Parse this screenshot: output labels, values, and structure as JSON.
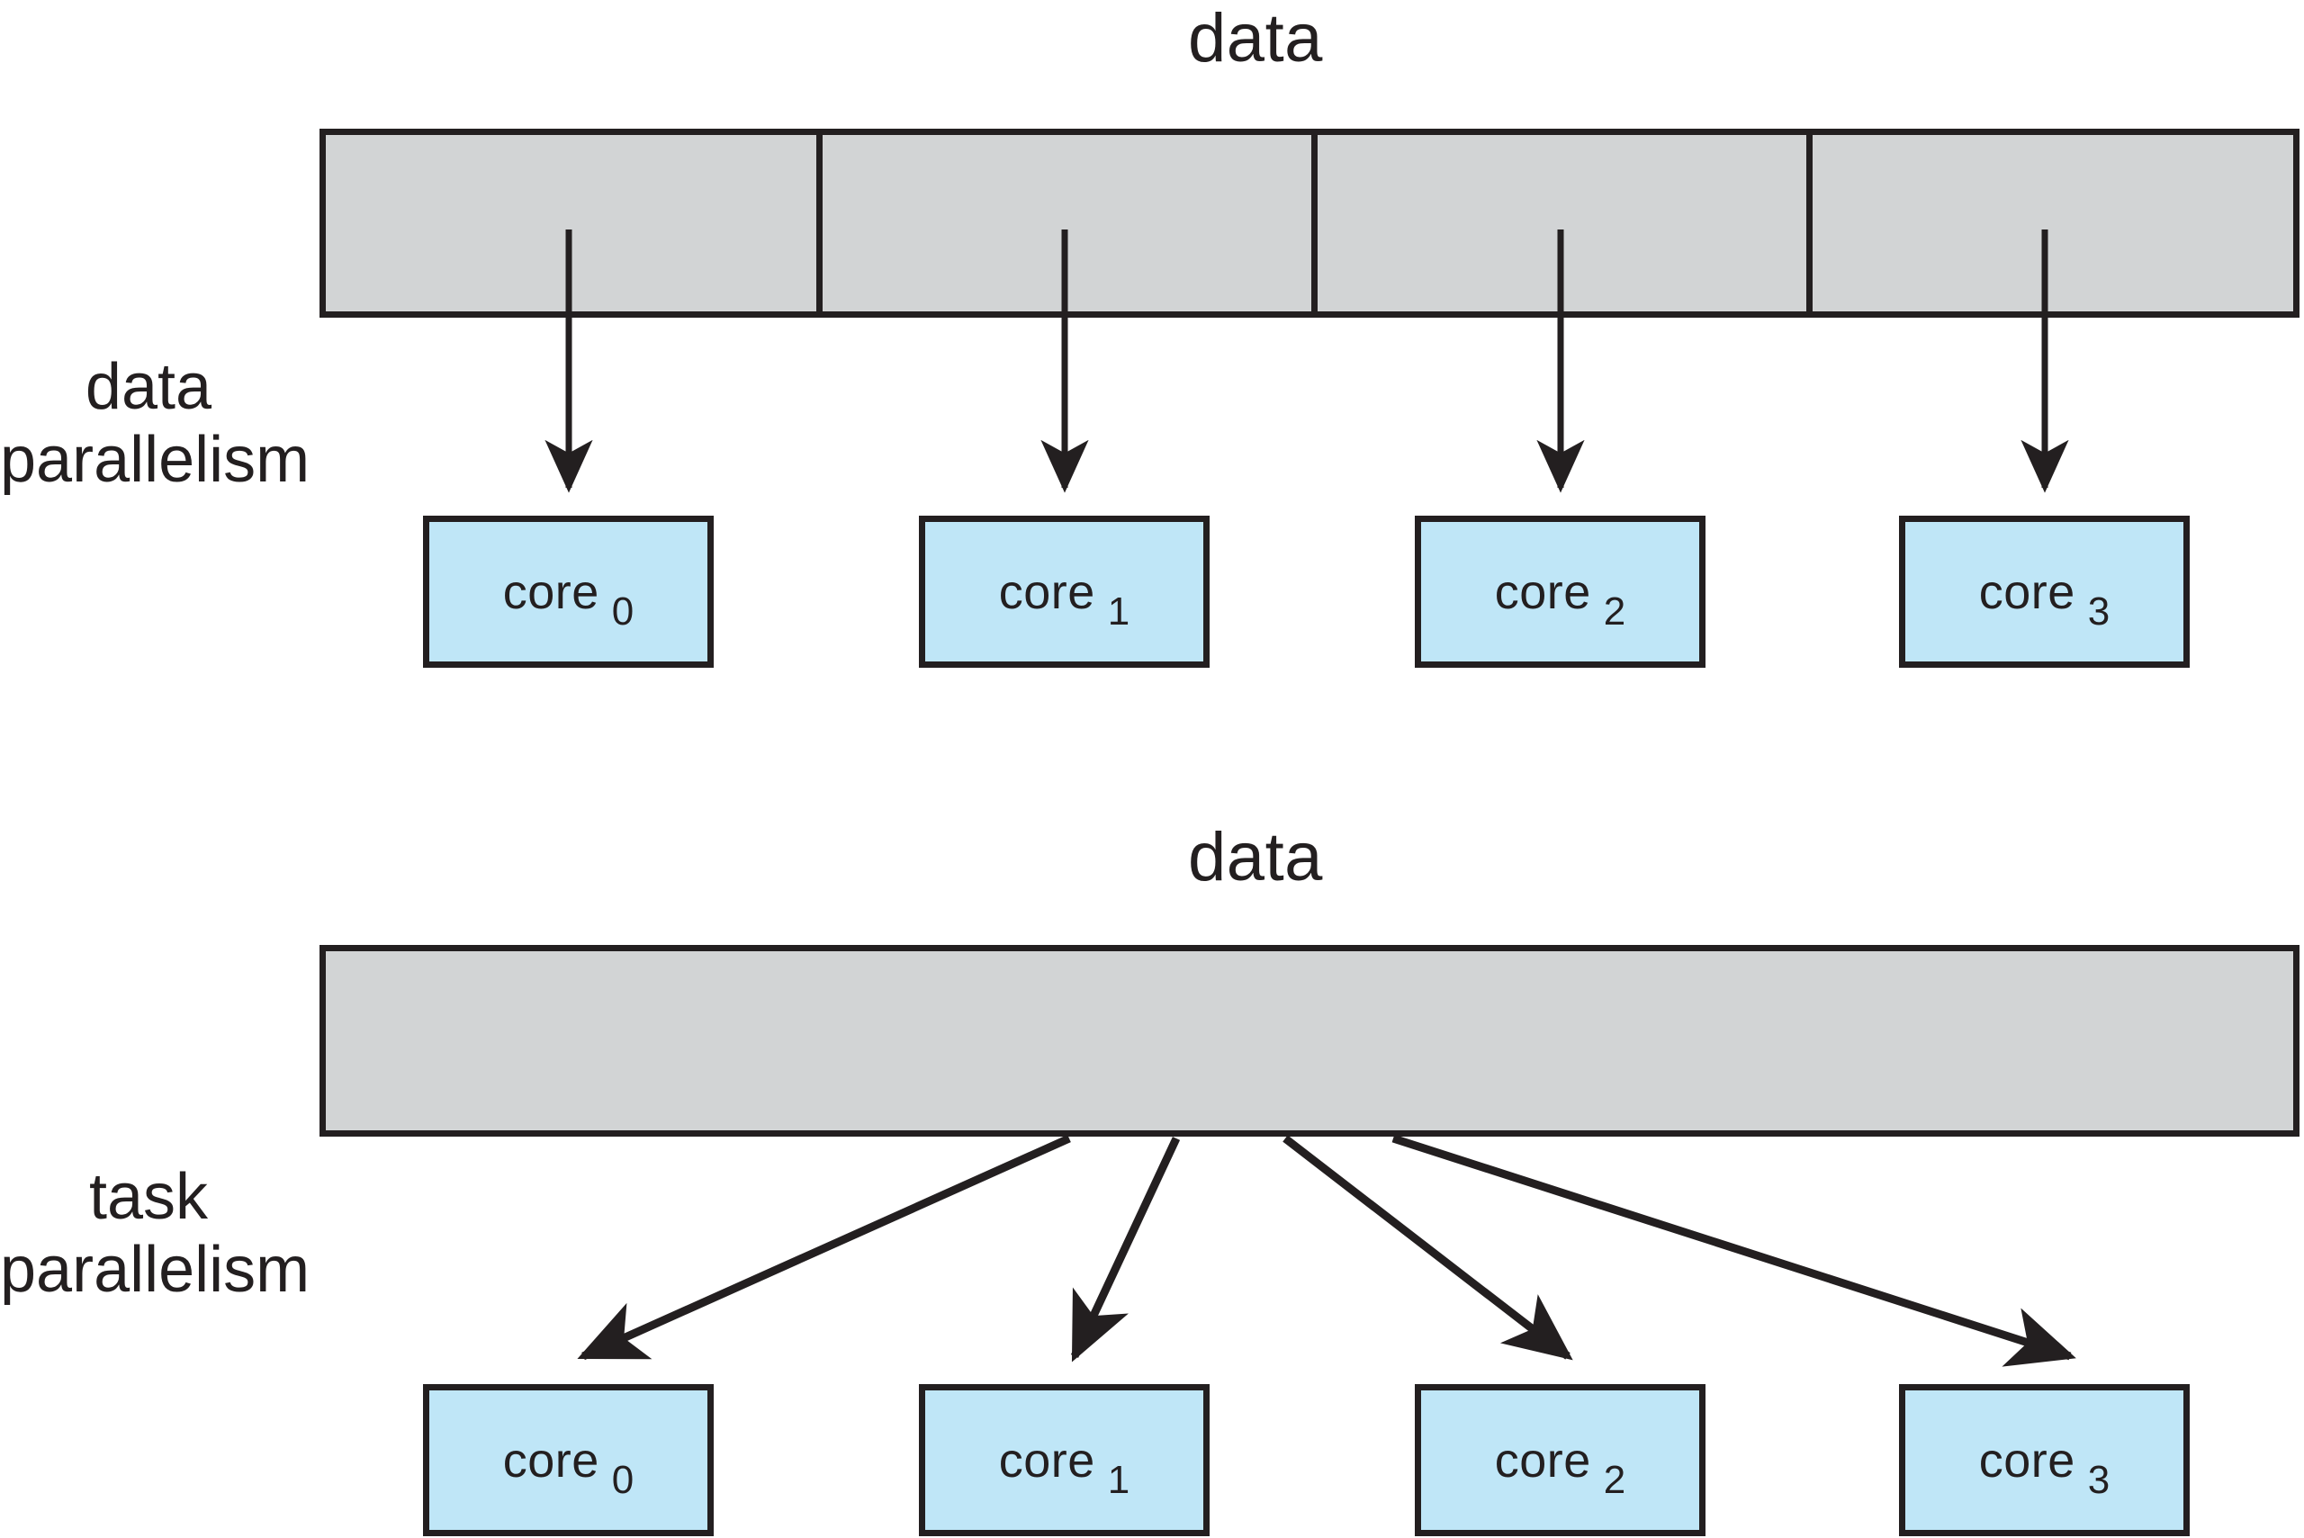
{
  "figure": {
    "sections": [
      {
        "id": "data-parallelism",
        "title": "data",
        "label_line1": "data",
        "label_line2": "parallelism",
        "bar_segments": 4,
        "arrow_style": "straight-down",
        "cores": [
          {
            "word": "core",
            "index": "0"
          },
          {
            "word": "core",
            "index": "1"
          },
          {
            "word": "core",
            "index": "2"
          },
          {
            "word": "core",
            "index": "3"
          }
        ]
      },
      {
        "id": "task-parallelism",
        "title": "data",
        "label_line1": "task",
        "label_line2": "parallelism",
        "bar_segments": 1,
        "arrow_style": "fan-out",
        "cores": [
          {
            "word": "core",
            "index": "0"
          },
          {
            "word": "core",
            "index": "1"
          },
          {
            "word": "core",
            "index": "2"
          },
          {
            "word": "core",
            "index": "3"
          }
        ]
      }
    ]
  },
  "colors": {
    "ink": "#231f20",
    "bar_fill": "#d2d4d5",
    "core_fill": "#bfe6f7",
    "background": "#ffffff"
  }
}
